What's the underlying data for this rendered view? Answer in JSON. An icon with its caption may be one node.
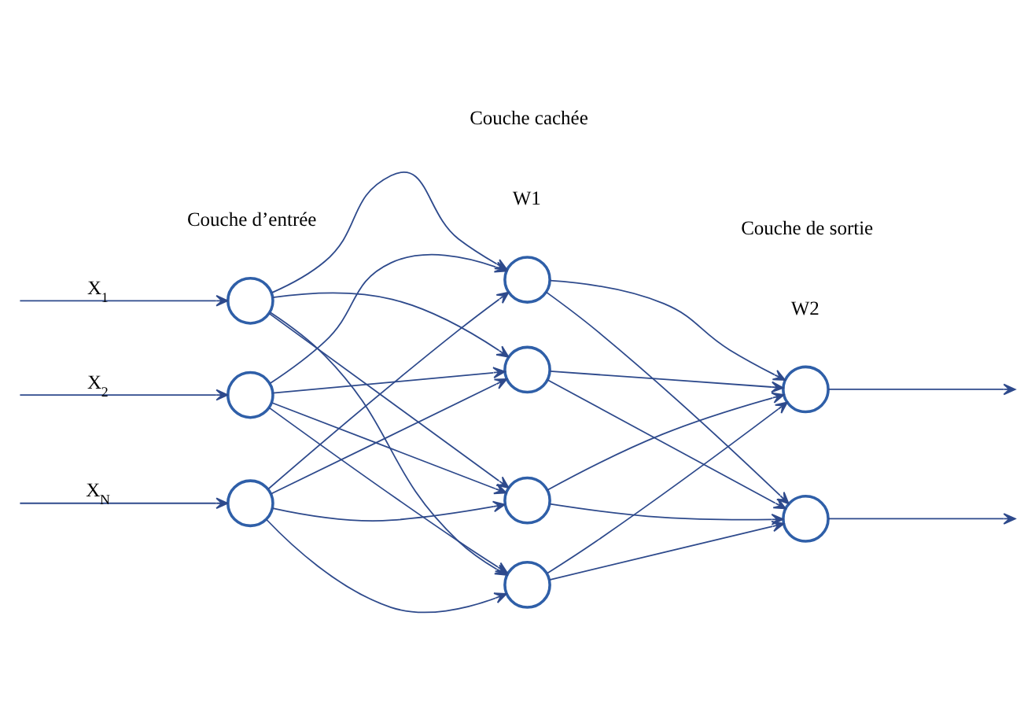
{
  "diagram": {
    "nodes": [
      {
        "text": [],
        "shape": "circle"
      },
      {
        "text": [],
        "shape": "circle"
      },
      {
        "text": [],
        "shape": "circle"
      },
      {
        "text": [],
        "shape": "circle"
      },
      {
        "text": [],
        "shape": "circle"
      },
      {
        "text": [],
        "shape": "circle"
      },
      {
        "text": [],
        "shape": "circle"
      },
      {
        "text": [],
        "shape": "circle"
      },
      {
        "text": [],
        "shape": "circle"
      }
    ],
    "edges": [
      {
        "from": null,
        "to": 0,
        "arrow": "to",
        "label": "X$_{1}$"
      },
      {
        "from": null,
        "to": 1,
        "arrow": "to",
        "label": "X$_{2}$"
      },
      {
        "from": null,
        "to": 2,
        "arrow": "to",
        "label": "X$_{N}$"
      },
      {
        "from": 0,
        "to": 3,
        "arrow": "to"
      },
      {
        "from": 0,
        "to": 4,
        "arrow": "to"
      },
      {
        "from": 0,
        "to": 5,
        "arrow": "to"
      },
      {
        "from": 0,
        "to": 6,
        "arrow": "to"
      },
      {
        "from": 1,
        "to": 3,
        "arrow": "to"
      },
      {
        "from": 1,
        "to": 4,
        "arrow": "to"
      },
      {
        "from": 1,
        "to": 5,
        "arrow": "to"
      },
      {
        "from": 1,
        "to": 6,
        "arrow": "to"
      },
      {
        "from": 2,
        "to": 3,
        "arrow": "to"
      },
      {
        "from": 2,
        "to": 4,
        "arrow": "to"
      },
      {
        "from": 2,
        "to": 5,
        "arrow": "to"
      },
      {
        "from": 2,
        "to": 6,
        "arrow": "to"
      },
      {
        "from": 3,
        "to": 7,
        "arrow": "to"
      },
      {
        "from": 3,
        "to": 8,
        "arrow": "to"
      },
      {
        "from": 4,
        "to": 7,
        "arrow": "to"
      },
      {
        "from": 4,
        "to": 8,
        "arrow": "to"
      },
      {
        "from": 5,
        "to": 7,
        "arrow": "to"
      },
      {
        "from": 5,
        "to": 8,
        "arrow": "to"
      },
      {
        "from": 6,
        "to": 7,
        "arrow": "to"
      },
      {
        "from": 6,
        "to": 8,
        "arrow": "to"
      },
      {
        "from": 7,
        "to": null,
        "arrow": "to"
      },
      {
        "from": 8,
        "to": null,
        "arrow": "to"
      }
    ],
    "labels": [
      "W1",
      "W2",
      "Couche de sortie",
      "Couche d’entrée",
      "Couche cachée"
    ]
  }
}
